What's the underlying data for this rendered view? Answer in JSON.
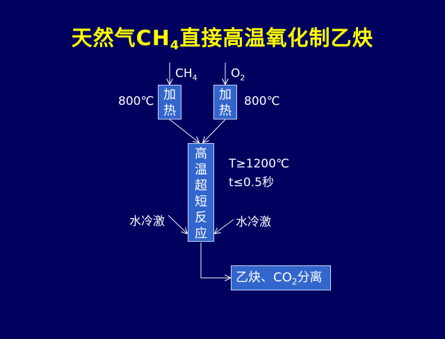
{
  "title": {
    "main": "天然气CH",
    "sub": "4",
    "rest": "直接高温氧化制乙炔"
  },
  "inputs": {
    "ch4": {
      "main": "CH",
      "sub": "4"
    },
    "o2": {
      "main": "O",
      "sub": "2"
    }
  },
  "heaters": {
    "left": {
      "chars": [
        "加",
        "热"
      ],
      "temp": "800℃"
    },
    "right": {
      "chars": [
        "加",
        "热"
      ],
      "temp": "800℃"
    }
  },
  "reactor": {
    "chars": [
      "高",
      "温",
      "超",
      "短",
      "反",
      "应"
    ]
  },
  "conditions": {
    "temperature": "T≥1200℃",
    "time": "t≤0.5秒"
  },
  "quench": {
    "left": "水冷激",
    "right": "水冷激"
  },
  "separation": {
    "pre": "乙炔、CO",
    "sub": "2",
    "post": "分离"
  }
}
